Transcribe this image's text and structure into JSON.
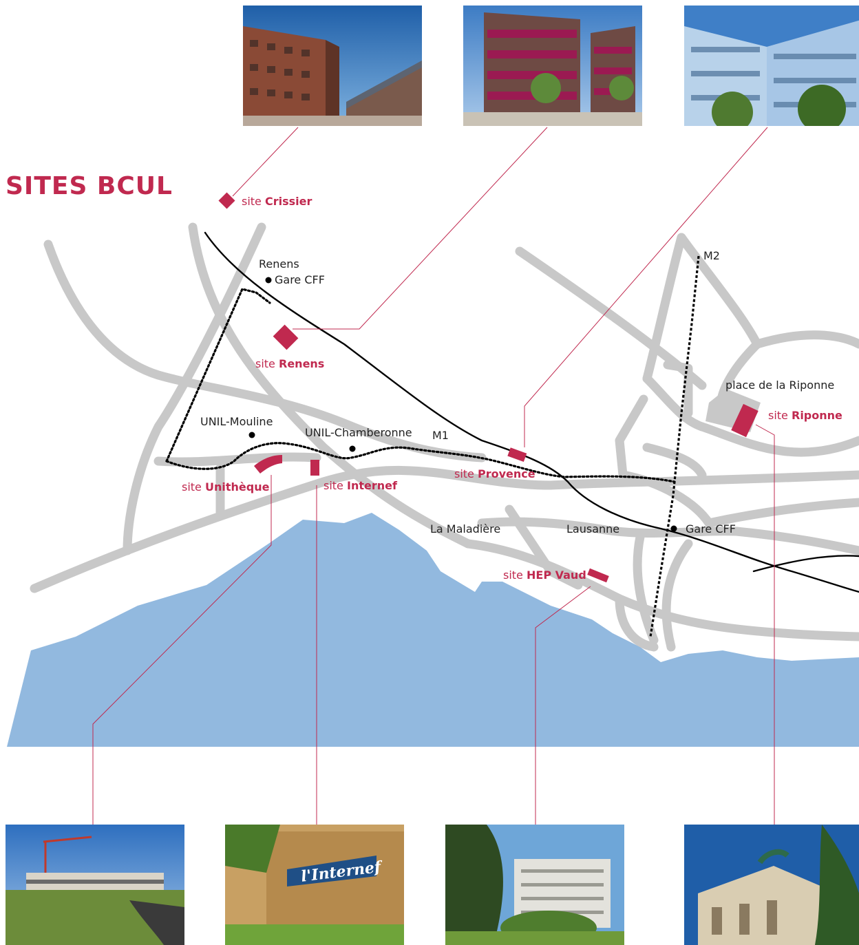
{
  "title": "SITES BCUL",
  "site_prefix": "site",
  "sites": [
    {
      "name": "Crissier"
    },
    {
      "name": "Renens"
    },
    {
      "name": "Unithèque"
    },
    {
      "name": "Internef"
    },
    {
      "name": "Provence"
    },
    {
      "name": "HEP Vaud"
    },
    {
      "name": "Riponne"
    }
  ],
  "places": {
    "renens": "Renens",
    "gare_renens": "Gare CFF",
    "unil_mouline": "UNIL-Mouline",
    "unil_chamberonne": "UNIL-Chamberonne",
    "m1": "M1",
    "m2": "M2",
    "la_maladiere": "La Maladière",
    "lausanne": "Lausanne",
    "gare_lausanne": "Gare CFF",
    "place_riponne": "place de la Riponne"
  },
  "colors": {
    "accent": "#c0294f",
    "road": "#c8c8c8",
    "lake": "#92b9df",
    "rail": "#000000"
  },
  "photos": [
    {
      "id": "crissier-photo"
    },
    {
      "id": "renens-photo"
    },
    {
      "id": "provence-photo"
    },
    {
      "id": "unitheque-photo"
    },
    {
      "id": "internef-photo",
      "sign_text": "l'Internef"
    },
    {
      "id": "hep-vaud-photo"
    },
    {
      "id": "riponne-photo"
    }
  ]
}
